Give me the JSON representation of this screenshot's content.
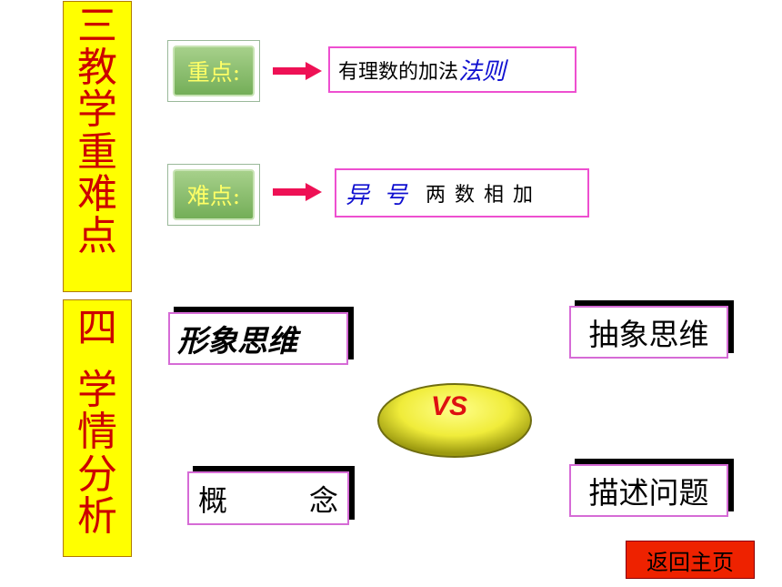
{
  "section3": {
    "chars": [
      "三",
      "教",
      "学",
      "重",
      "难",
      "点"
    ]
  },
  "section4": {
    "num": "四",
    "chars": [
      "学",
      "情",
      "分",
      "析"
    ]
  },
  "key_point": {
    "tag": "重点:",
    "text_plain": "有理数的加法",
    "text_emph": "法则"
  },
  "difficulty": {
    "tag": "难点:",
    "text_emph": "异号",
    "text_plain": "两数相加"
  },
  "concepts": {
    "imagery_thinking": "形象思维",
    "abstract_thinking": "抽象思维",
    "concept_left": "概",
    "concept_right": "念",
    "describe_problem": "描述问题"
  },
  "vs_label": "VS",
  "home_button": "返回主页",
  "colors": {
    "title_box_bg": "#ffff00",
    "title_text": "#cc0000",
    "arrow": "#ee1155",
    "border_pink": "#ee4fd0",
    "emph_blue": "#1010d0",
    "vs_text": "#dd1111",
    "home_bg": "#ee2200"
  }
}
